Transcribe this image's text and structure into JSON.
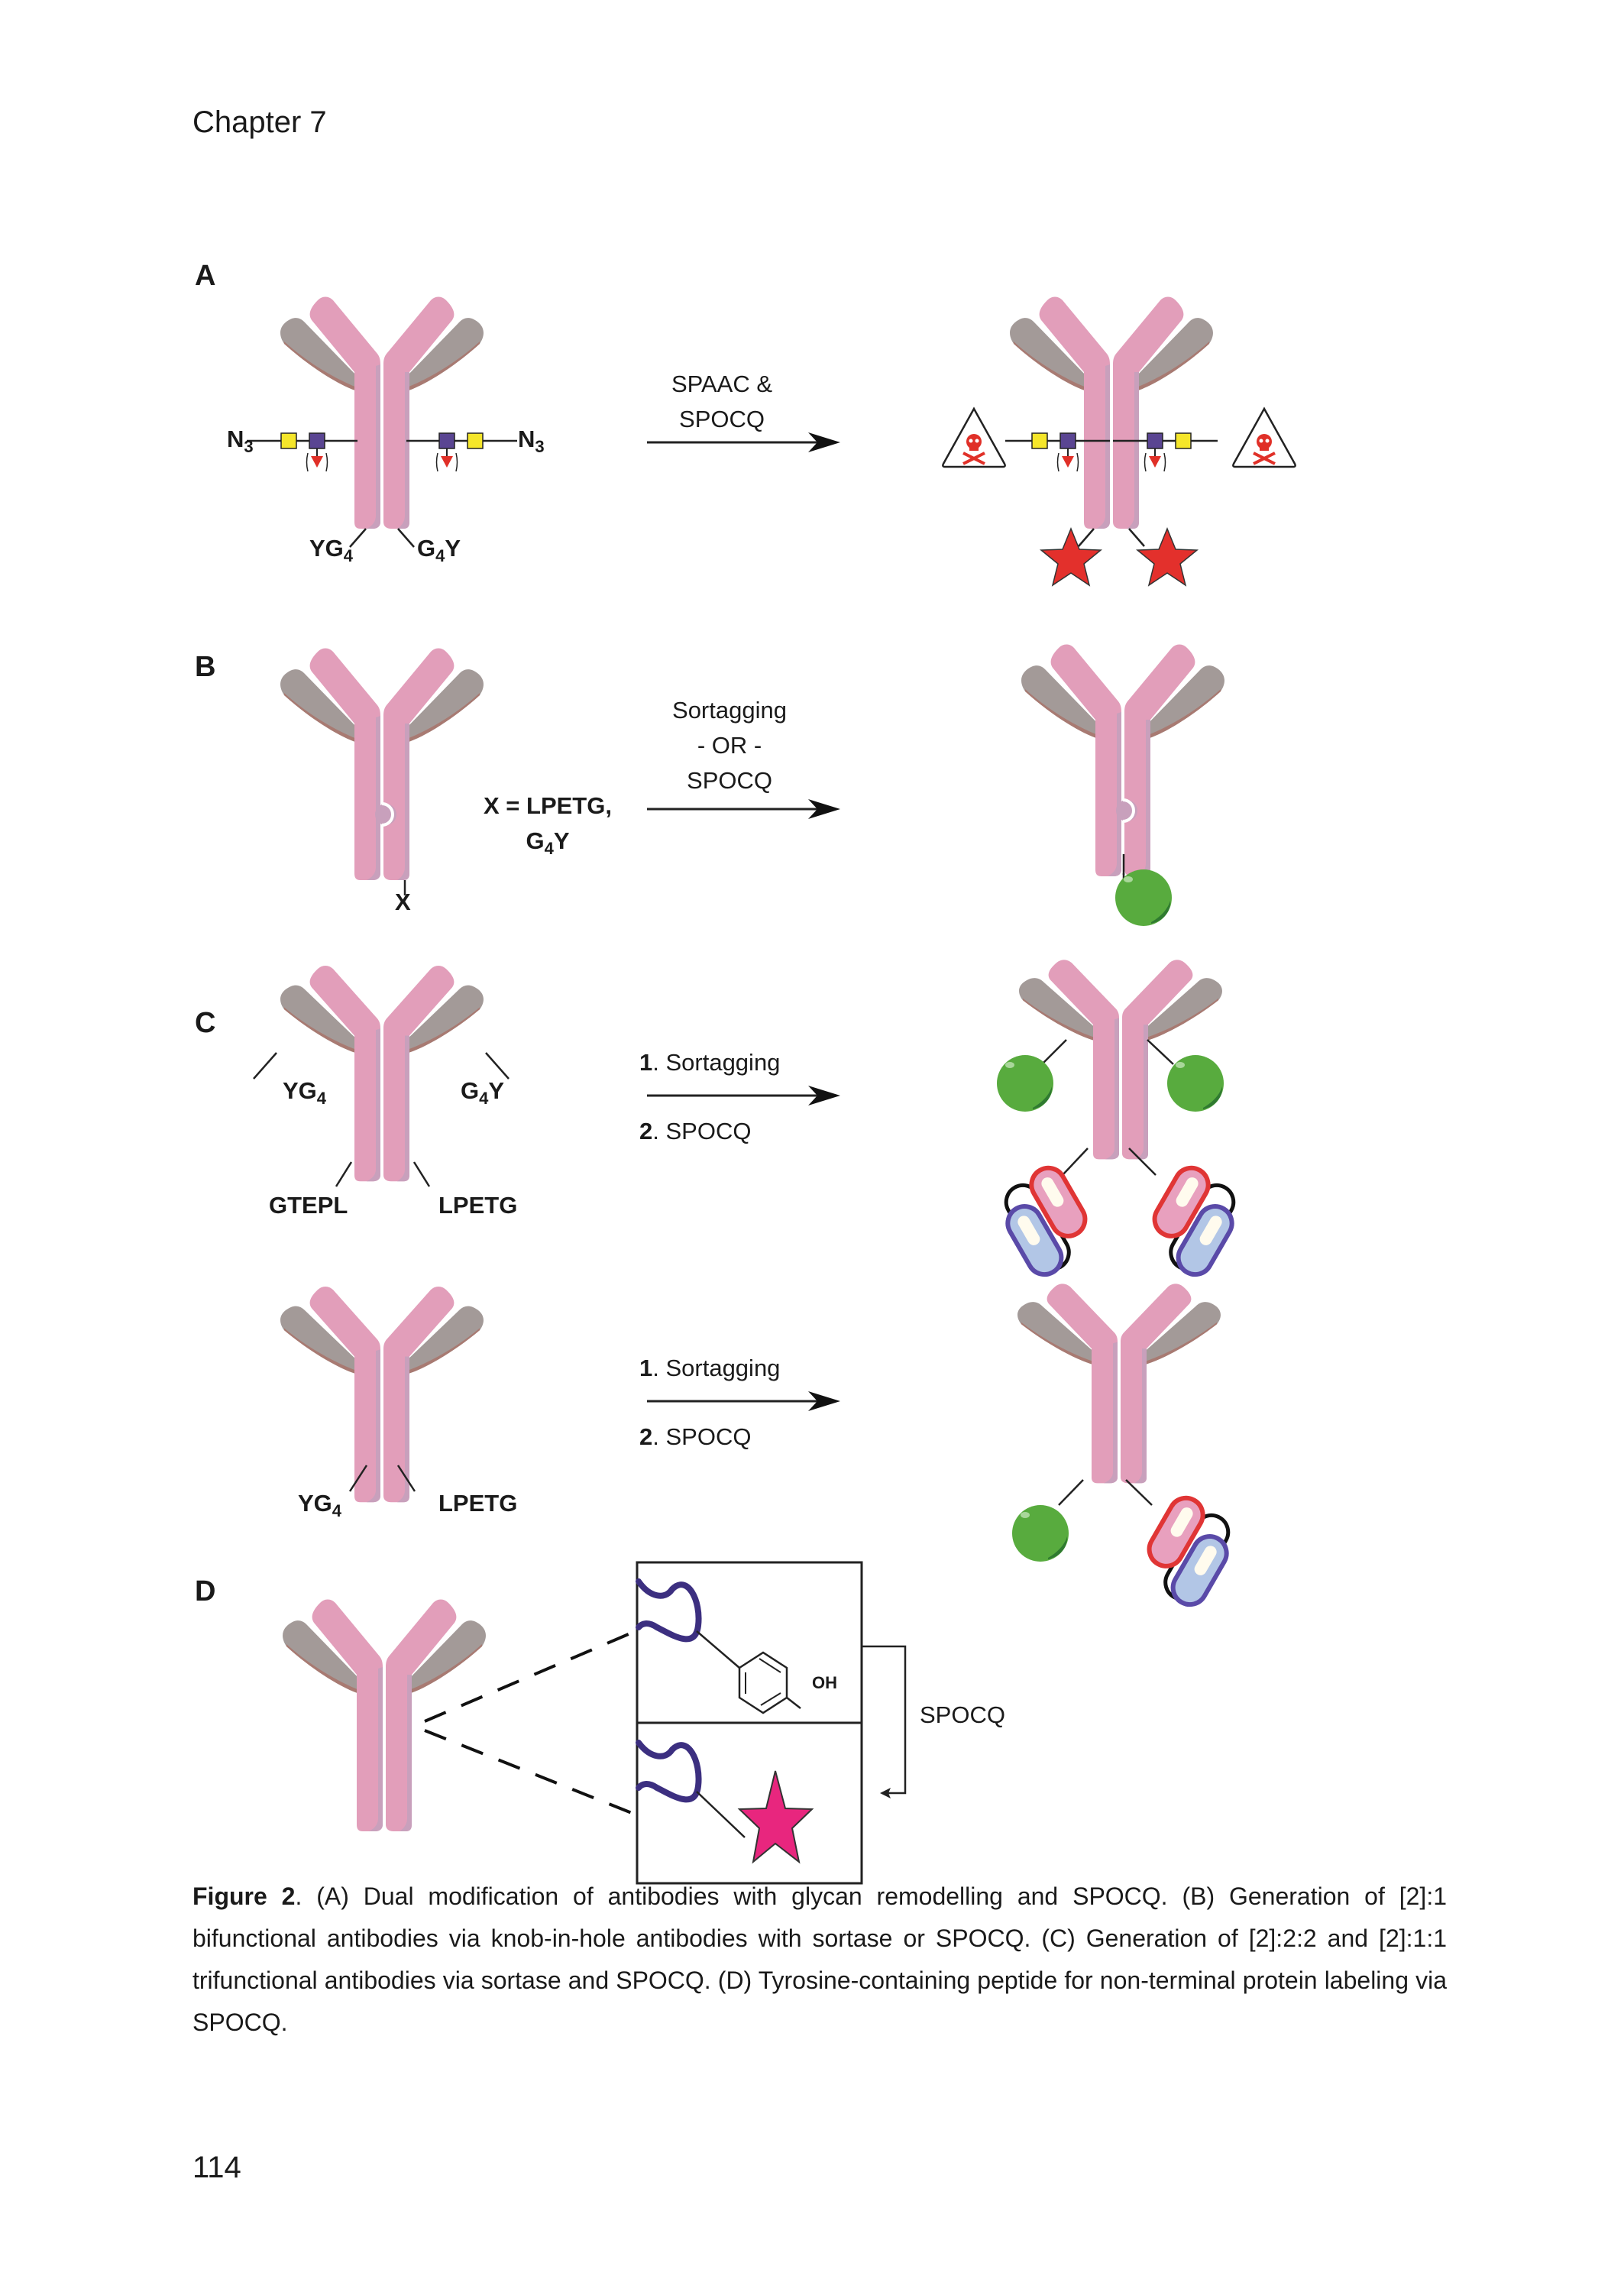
{
  "header": {
    "chapter": "Chapter 7"
  },
  "figure": {
    "panels": {
      "A": {
        "label": "A",
        "reagent_left": "N",
        "reagent_left_sub": "3",
        "reagent_right": "N",
        "reagent_right_sub": "3",
        "tag_left": "YG",
        "tag_left_sub": "4",
        "tag_right_main": "G",
        "tag_right_sub": "4",
        "tag_right_end": "Y",
        "arrow_line1": "SPAAC &",
        "arrow_line2": "SPOCQ",
        "product_payload": "toxin (skull-and-crossbones)",
        "product_tags": "red stars"
      },
      "B": {
        "label": "B",
        "tag": "X",
        "definition_line1": "X = LPETG,",
        "definition_line2_main": "G",
        "definition_line2_sub": "4",
        "definition_line2_end": "Y",
        "arrow_line1": "Sortagging",
        "arrow_line2": "- OR -",
        "arrow_line3": "SPOCQ",
        "product_payload": "green sphere"
      },
      "C": {
        "label": "C",
        "row1": {
          "tag_upper_left": "YG",
          "tag_upper_left_sub": "4",
          "tag_upper_right_main": "G",
          "tag_upper_right_sub": "4",
          "tag_upper_right_end": "Y",
          "tag_lower_left": "GTEPL",
          "tag_lower_right": "LPETG",
          "step1_num": "1",
          "step1_text": ". Sortagging",
          "step2_num": "2",
          "step2_text": ". SPOCQ"
        },
        "row2": {
          "tag_lower_left": "YG",
          "tag_lower_left_sub": "4",
          "tag_lower_right": "LPETG",
          "step1_num": "1",
          "step1_text": ". Sortagging",
          "step2_num": "2",
          "step2_text": ". SPOCQ"
        }
      },
      "D": {
        "label": "D",
        "substituent": "OH",
        "arrow_label": "SPOCQ"
      }
    },
    "caption": {
      "title": "Figure 2",
      "text": ". (A) Dual modification of antibodies with glycan remodelling and SPOCQ. (B) Generation of [2]:1 bifunctional antibodies via knob-in-hole antibodies with sortase or SPOCQ. (C) Generation of [2]:2:2 and [2]:1:1 trifunctional antibodies via sortase and SPOCQ. (D) Tyrosine-containing peptide for non-terminal protein labeling via SPOCQ."
    }
  },
  "footer": {
    "page_number": "114"
  },
  "colors": {
    "heavy_chain": "#e29eba",
    "heavy_chain_shade": "#c8a0bc",
    "light_chain": "#a39a98",
    "light_chain_shade": "#a87a72",
    "galnaz": "#f5e62a",
    "glcnac": "#5a4592",
    "fucose": "#e03028",
    "star_red": "#e3302c",
    "star_pink": "#e8267e",
    "sphere_green": "#58ab3e",
    "peptide": "#3c2f80"
  }
}
